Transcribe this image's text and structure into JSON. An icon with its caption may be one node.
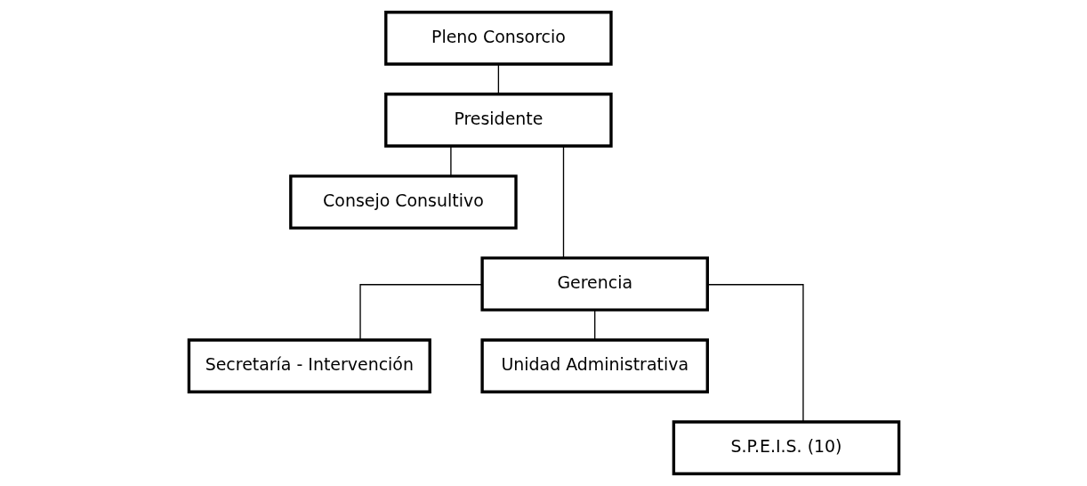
{
  "diagram": {
    "nodes": [
      {
        "text": [
          "Pleno Consorcio"
        ]
      },
      {
        "text": [
          "Presidente"
        ]
      },
      {
        "text": [
          "Consejo Consultivo"
        ]
      },
      {
        "text": [
          "Gerencia"
        ]
      },
      {
        "text": [
          "Secretaría - Intervención"
        ]
      },
      {
        "text": [
          "Unidad Administrativa"
        ]
      },
      {
        "text": [
          "S.P.E.I.S. (10)"
        ]
      }
    ],
    "edges": [
      {
        "from": 0,
        "to": 1,
        "arrow": "none"
      },
      {
        "from": 1,
        "to": 3,
        "arrow": "none"
      },
      {
        "from": 1,
        "to": 2,
        "arrow": "none"
      },
      {
        "from": 3,
        "to": 4,
        "arrow": "none"
      },
      {
        "from": 3,
        "to": 5,
        "arrow": "none"
      },
      {
        "from": 3,
        "to": 6,
        "arrow": "none"
      }
    ]
  }
}
